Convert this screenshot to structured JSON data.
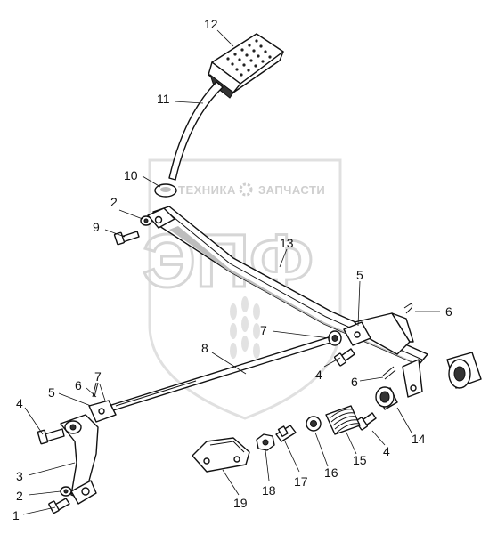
{
  "watermark": {
    "line_left": "ТЕХНИКА",
    "line_right": "ЗАПЧАСТИ",
    "logo": "ЭПФ"
  },
  "callouts": [
    {
      "id": "c12",
      "text": "12"
    },
    {
      "id": "c11",
      "text": "11"
    },
    {
      "id": "c10",
      "text": "10"
    },
    {
      "id": "c2a",
      "text": "2"
    },
    {
      "id": "c9",
      "text": "9"
    },
    {
      "id": "c13",
      "text": "13"
    },
    {
      "id": "c5a",
      "text": "5"
    },
    {
      "id": "c6a",
      "text": "6"
    },
    {
      "id": "c7a",
      "text": "7"
    },
    {
      "id": "c8",
      "text": "8"
    },
    {
      "id": "c4a",
      "text": "4"
    },
    {
      "id": "c6b",
      "text": "6"
    },
    {
      "id": "c7b",
      "text": "7"
    },
    {
      "id": "c6c",
      "text": "6"
    },
    {
      "id": "c5b",
      "text": "5"
    },
    {
      "id": "c4b",
      "text": "4"
    },
    {
      "id": "c14",
      "text": "14"
    },
    {
      "id": "c4c",
      "text": "4"
    },
    {
      "id": "c15",
      "text": "15"
    },
    {
      "id": "c16",
      "text": "16"
    },
    {
      "id": "c17",
      "text": "17"
    },
    {
      "id": "c18",
      "text": "18"
    },
    {
      "id": "c19",
      "text": "19"
    },
    {
      "id": "c3",
      "text": "3"
    },
    {
      "id": "c2b",
      "text": "2"
    },
    {
      "id": "c1",
      "text": "1"
    }
  ]
}
